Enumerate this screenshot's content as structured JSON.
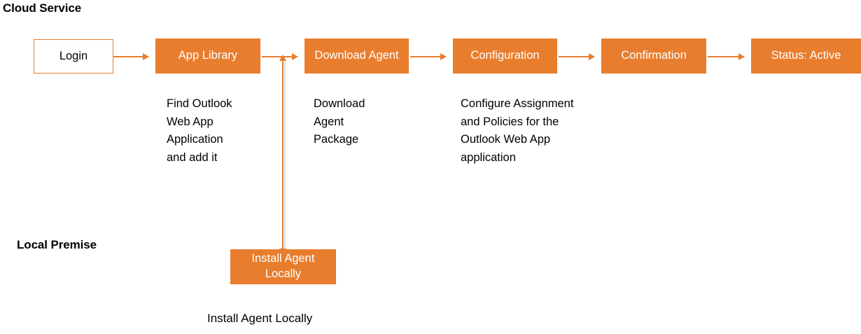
{
  "diagram": {
    "title_cloud": "Cloud Service",
    "title_local": "Local Premise",
    "accent_color": "#E87D2E",
    "text_color": "#000000",
    "box_text_color": "#FFFFFF",
    "background": "#FFFFFF"
  },
  "nodes": [
    {
      "id": "login",
      "label": "Login",
      "style": "outlined"
    },
    {
      "id": "app-library",
      "label": "App Library",
      "style": "filled"
    },
    {
      "id": "download-agent",
      "label": "Download\nAgent",
      "style": "filled"
    },
    {
      "id": "configuration",
      "label": "Configuration",
      "style": "filled"
    },
    {
      "id": "confirmation",
      "label": "Confirmation",
      "style": "filled"
    },
    {
      "id": "status",
      "label": "Status: Active",
      "style": "filled"
    },
    {
      "id": "install-agent",
      "label": "Install Agent\nLocally",
      "style": "filled"
    }
  ],
  "descriptions": [
    {
      "id": "desc-app-library",
      "text": "Find Outlook\nWeb App\nApplication\nand add it"
    },
    {
      "id": "desc-download",
      "text": "Download\nAgent\nPackage"
    },
    {
      "id": "desc-configuration",
      "text": "Configure Assignment\nand Policies for the\nOutlook Web App\napplication"
    }
  ],
  "captions": [
    {
      "id": "caption-install-agent",
      "text": "Install Agent Locally"
    }
  ]
}
